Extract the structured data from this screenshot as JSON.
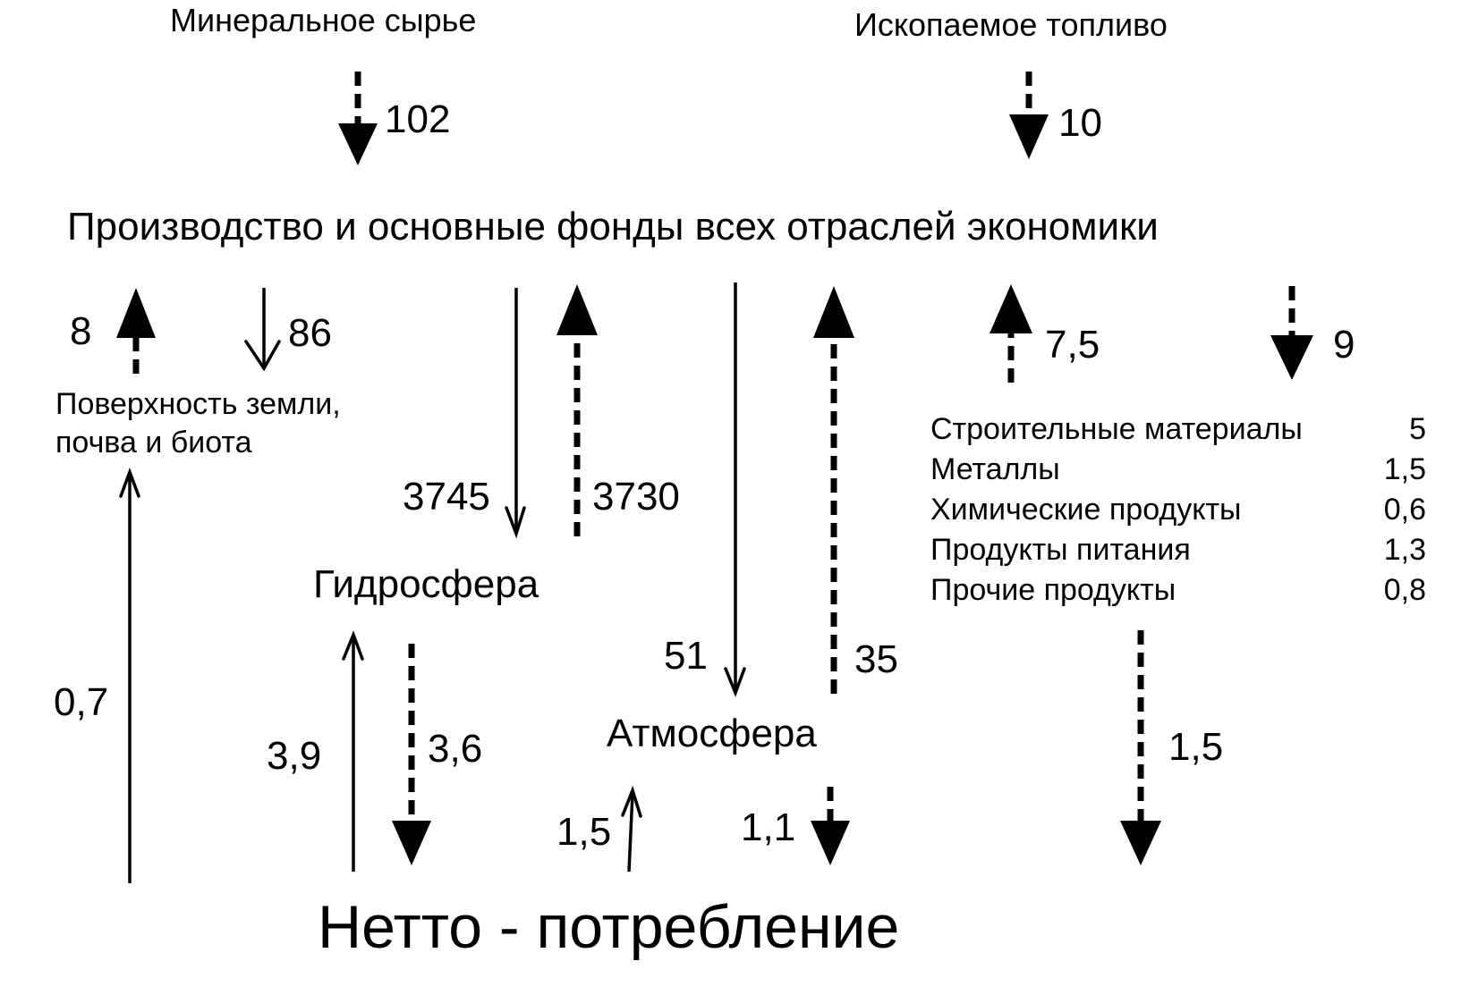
{
  "sources": {
    "mineral": "Минеральное сырье",
    "fuel": "Ископаемое топливо"
  },
  "production": "Производство и основные фонды всех отраслей экономики",
  "surface": {
    "line1": "Поверхность земли,",
    "line2": "почва и биота"
  },
  "hydrosphere": "Гидросфера",
  "atmosphere": "Атмосфера",
  "net_consumption": "Нетто - потребление",
  "products": [
    {
      "name": "Строительные материалы",
      "value": "5"
    },
    {
      "name": "Металлы",
      "value": "1,5"
    },
    {
      "name": "Химические продукты",
      "value": "0,6"
    },
    {
      "name": "Продукты питания",
      "value": "1,3"
    },
    {
      "name": "Прочие продукты",
      "value": "0,8"
    }
  ],
  "flows": {
    "mineral_in": "102",
    "fuel_in": "10",
    "surface_to_production": "8",
    "production_to_surface": "86",
    "production_to_hydro": "3745",
    "hydro_to_production": "3730",
    "production_to_atmo": "51",
    "atmo_to_production": "35",
    "products_to_production": "7,5",
    "production_to_products": "9",
    "net_to_surface": "0,7",
    "net_to_hydro": "3,9",
    "hydro_to_net": "3,6",
    "net_to_atmo": "1,5",
    "atmo_to_net": "1,1",
    "products_to_net": "1,5"
  }
}
